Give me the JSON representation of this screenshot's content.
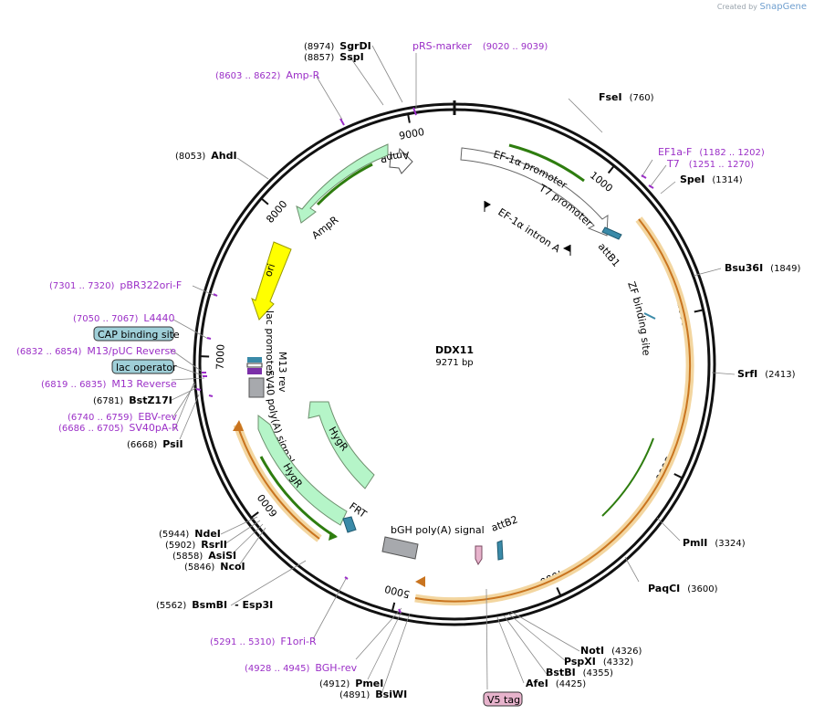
{
  "credit": {
    "prefix": "Created by",
    "brand": "SnapGene"
  },
  "plasmid": {
    "name": "DDX11",
    "length_label": "9271 bp"
  },
  "ticks": [
    "1000",
    "2000",
    "3000",
    "4000",
    "5000",
    "6000",
    "7000",
    "8000",
    "9000"
  ],
  "sites": [
    {
      "id": "sgrdi",
      "name": "SgrDI",
      "pos": "(8974)"
    },
    {
      "id": "sspi",
      "name": "SspI",
      "pos": "(8857)"
    },
    {
      "id": "ahdi",
      "name": "AhdI",
      "pos": "(8053)"
    },
    {
      "id": "fsei",
      "name": "FseI",
      "pos": "(760)"
    },
    {
      "id": "spei",
      "name": "SpeI",
      "pos": "(1314)"
    },
    {
      "id": "bsu36i",
      "name": "Bsu36I",
      "pos": "(1849)"
    },
    {
      "id": "srfi",
      "name": "SrfI",
      "pos": "(2413)"
    },
    {
      "id": "pmli",
      "name": "PmlI",
      "pos": "(3324)"
    },
    {
      "id": "paqci",
      "name": "PaqCI",
      "pos": "(3600)"
    },
    {
      "id": "noti",
      "name": "NotI",
      "pos": "(4326)"
    },
    {
      "id": "pspxi",
      "name": "PspXI",
      "pos": "(4332)"
    },
    {
      "id": "bstbi",
      "name": "BstBI",
      "pos": "(4355)"
    },
    {
      "id": "afei",
      "name": "AfeI",
      "pos": "(4425)"
    },
    {
      "id": "pmei",
      "name": "PmeI",
      "pos": "(4912)"
    },
    {
      "id": "bsiwi",
      "name": "BsiWI",
      "pos": "(4891)"
    },
    {
      "id": "bsmbi",
      "name": "BsmBI",
      "pos": "(5562)"
    },
    {
      "id": "esp3i",
      "name": "- Esp3I",
      "pos": ""
    },
    {
      "id": "ndei",
      "name": "NdeI",
      "pos": "(5944)"
    },
    {
      "id": "rsrii",
      "name": "RsrII",
      "pos": "(5902)"
    },
    {
      "id": "asisi",
      "name": "AsiSI",
      "pos": "(5858)"
    },
    {
      "id": "ncoi",
      "name": "NcoI",
      "pos": "(5846)"
    },
    {
      "id": "psii",
      "name": "PsiI",
      "pos": "(6668)"
    },
    {
      "id": "bstz17i",
      "name": "BstZ17I",
      "pos": "(6781)"
    }
  ],
  "primers": [
    {
      "id": "prs",
      "name": "pRS-marker",
      "pos": "(9020 .. 9039)"
    },
    {
      "id": "ampr-primer",
      "name": "Amp-R",
      "pos": "(8603 .. 8622)"
    },
    {
      "id": "ef1af",
      "name": "EF1a-F",
      "pos": "(1182 .. 1202)"
    },
    {
      "id": "t7p",
      "name": "T7",
      "pos": "(1251 .. 1270)"
    },
    {
      "id": "pbr",
      "name": "pBR322ori-F",
      "pos": "(7301 .. 7320)"
    },
    {
      "id": "l4440",
      "name": "L4440",
      "pos": "(7050 .. 7067)"
    },
    {
      "id": "m13puc",
      "name": "M13/pUC Reverse",
      "pos": "(6832 .. 6854)"
    },
    {
      "id": "m13rev",
      "name": "M13 Reverse",
      "pos": "(6819 .. 6835)"
    },
    {
      "id": "ebv",
      "name": "EBV-rev",
      "pos": "(6740 .. 6759)"
    },
    {
      "id": "sv40pa",
      "name": "SV40pA-R",
      "pos": "(6686 .. 6705)"
    },
    {
      "id": "f1ori",
      "name": "F1ori-R",
      "pos": "(5291 .. 5310)"
    },
    {
      "id": "bghrev",
      "name": "BGH-rev",
      "pos": "(4928 .. 4945)"
    }
  ],
  "boxed": {
    "cap": "CAP binding site",
    "lacop": "lac operator",
    "v5": "V5 tag"
  },
  "features": {
    "ampr_promoter": "AmpR promoter",
    "ampr": "AmpR",
    "ori": "ori",
    "ef1a_promoter": "EF-1α promoter",
    "t7_promoter": "T7 promoter",
    "ef1a_intron": "EF-1α intron A",
    "attb1": "attB1",
    "zf": "ZF binding site",
    "lac_promoter": "lac promoter",
    "m13rev": "M13 rev",
    "sv40": "SV40 poly(A) signal",
    "hygr1": "HygR",
    "hygr2": "HygR",
    "frt": "FRT",
    "bgh": "bGH poly(A) signal",
    "attb2": "attB2"
  },
  "colors": {
    "primer": "#9b2fc7",
    "marker": "#b5f5c8",
    "ori": "#ffff00",
    "orf": "#f3d6a0",
    "boxed": "#9fcfd8",
    "v5": "#e7b3cc"
  }
}
